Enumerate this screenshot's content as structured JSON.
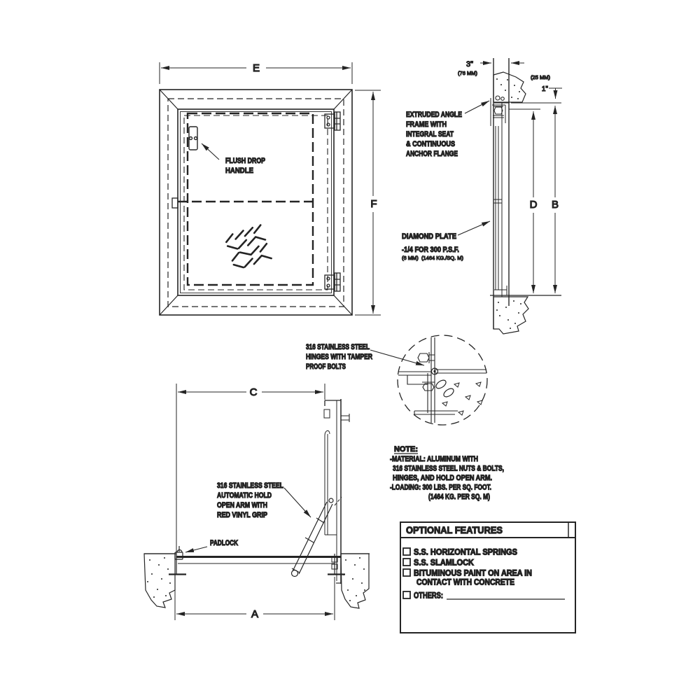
{
  "colors": {
    "line": "#242424",
    "background": "#ffffff"
  },
  "plan": {
    "dim_width": "E",
    "dim_height": "F",
    "handle_label_1": "FLUSH DROP",
    "handle_label_2": "HANDLE"
  },
  "section": {
    "dim_wall": "3\"",
    "dim_wall_metric": "(76 MM)",
    "dim_curb_metric": "(25 MM)",
    "dim_curb": "1\"",
    "dim_inner": "D",
    "dim_outer": "B",
    "frame_label_1": "EXTRUDED ANGLE",
    "frame_label_2": "FRAME WITH",
    "frame_label_3": "INTEGRAL SEAT",
    "frame_label_4": "& CONTINUOUS",
    "frame_label_5": "ANCHOR FLANGE",
    "plate_label": "DIAMOND PLATE",
    "plate_spec": "-1/4 FOR 300 P.S.F.",
    "plate_spec_mm": "(6 MM)",
    "plate_spec_kg": "(1464 KG./SQ. M)"
  },
  "hinge_detail": {
    "label_1": "316 STAINLESS STEEL",
    "label_2": "HINGES WITH TAMPER",
    "label_3": "PROOF BOLTS"
  },
  "side": {
    "dim_opening": "C",
    "dim_frame": "A",
    "arm_label_1": "316 STAINLESS STEEL",
    "arm_label_2": "AUTOMATIC HOLD",
    "arm_label_3": "OPEN ARM WITH",
    "arm_label_4": "RED VINYL GRIP",
    "padlock_label": "PADLOCK"
  },
  "note": {
    "title": "NOTE:",
    "line_1": "-MATERIAL: ALUMINUM WITH",
    "line_2": "316 STAINLESS STEEL NUTS & BOLTS,",
    "line_3": "HINGES, AND HOLD OPEN ARM.",
    "line_4": "-LOADING: 300 LBS. PER SQ. FOOT.",
    "line_5": "(1464 KG. PER SQ. M)"
  },
  "optional_features": {
    "title": "OPTIONAL FEATURES",
    "item_1": "S.S. HORIZONTAL SPRINGS",
    "item_2": "S.S. SLAMLOCK",
    "item_3a": "BITUMINOUS PAINT ON AREA IN",
    "item_3b": "CONTACT WITH CONCRETE",
    "item_4": "OTHERS:"
  }
}
